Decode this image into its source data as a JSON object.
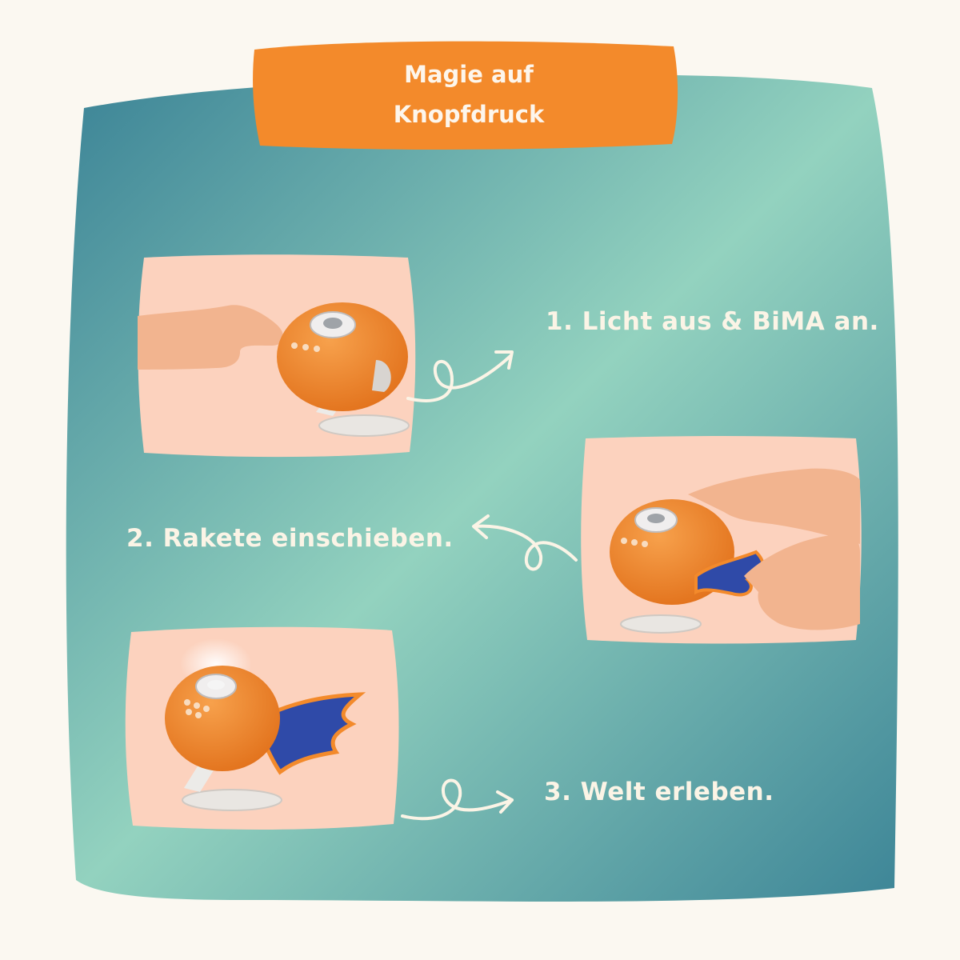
{
  "banner": {
    "line1": "Magie auf",
    "line2": "Knopfdruck"
  },
  "steps": [
    {
      "label": "1. Licht aus & BiMA an."
    },
    {
      "label": "2. Rakete einschieben."
    },
    {
      "label": "3. Welt erleben."
    }
  ],
  "colors": {
    "background": "#fbf8f1",
    "teal_dark": "#3d8797",
    "teal_light": "#95d4c2",
    "orange": "#f38a2b",
    "card": "#fcd2be",
    "text_light": "#fbf4e6"
  }
}
